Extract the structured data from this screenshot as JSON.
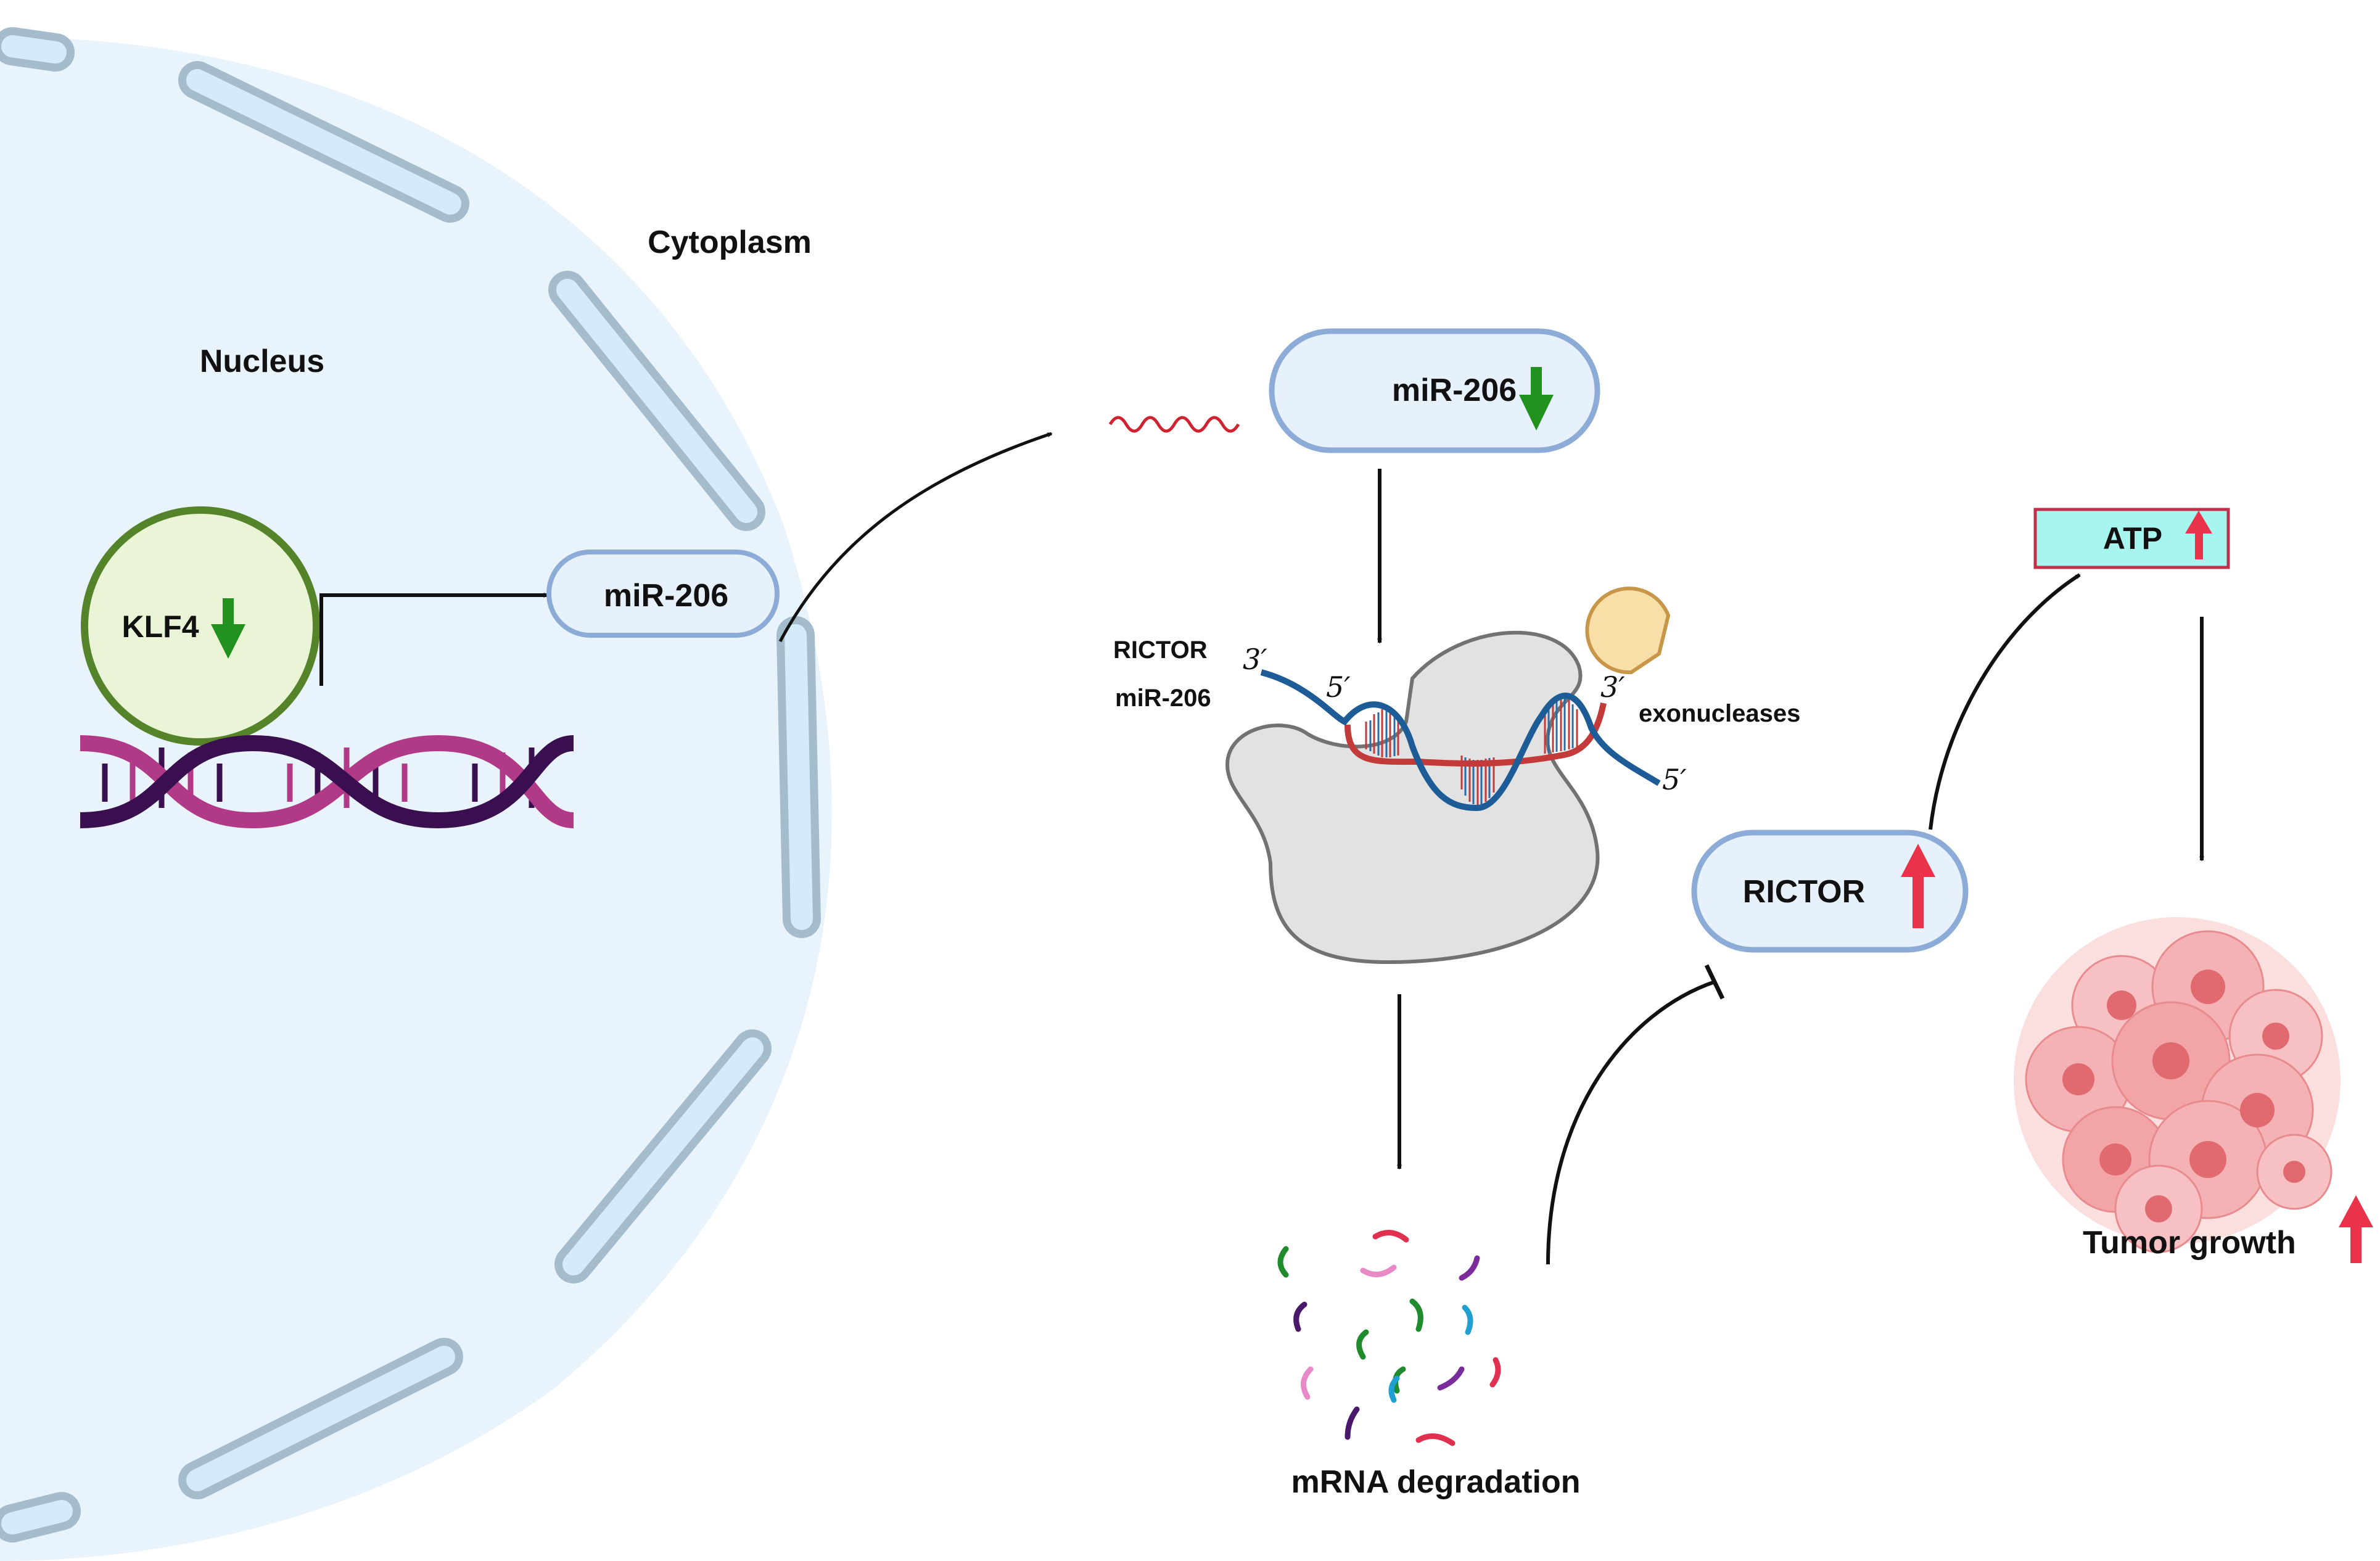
{
  "compartments": {
    "nucleus": "Nucleus",
    "cytoplasm": "Cytoplasm"
  },
  "nucleus": {
    "klf4": {
      "label": "KLF4",
      "trend": "down"
    },
    "mir206_box": {
      "label": "miR-206"
    }
  },
  "cytoplasm": {
    "mir206_box": {
      "label": "miR-206",
      "trend": "down"
    },
    "duplex": {
      "rictor_label": "RICTOR",
      "mir206_label": "miR-206",
      "end_3_left": "3′",
      "end_5_left": "5′",
      "end_3_right": "3′",
      "end_5_right": "5′",
      "enzyme_label": "exonucleases"
    },
    "degradation_label": "mRNA degradation",
    "rictor_box": {
      "label": "RICTOR",
      "trend": "up"
    },
    "atp_box": {
      "label": "ATP",
      "trend": "up"
    },
    "tumor_label": "Tumor growth"
  },
  "colors": {
    "down_arrow": "#22921f",
    "up_arrow": "#e8334a",
    "box_fill": "#e6f1fb",
    "box_stroke": "#8cabd6",
    "nucleus_fill": "#e8f3fb",
    "atp_fill": "#a7f5ef",
    "atp_stroke": "#c0304a",
    "klf4_fill": "#e9f5d6",
    "klf4_stroke": "#55832a"
  },
  "icons": [
    "dna-helix-icon",
    "ago-complex-icon",
    "exonuclease-icon",
    "mrna-fragments-icon",
    "tumor-cells-icon"
  ]
}
